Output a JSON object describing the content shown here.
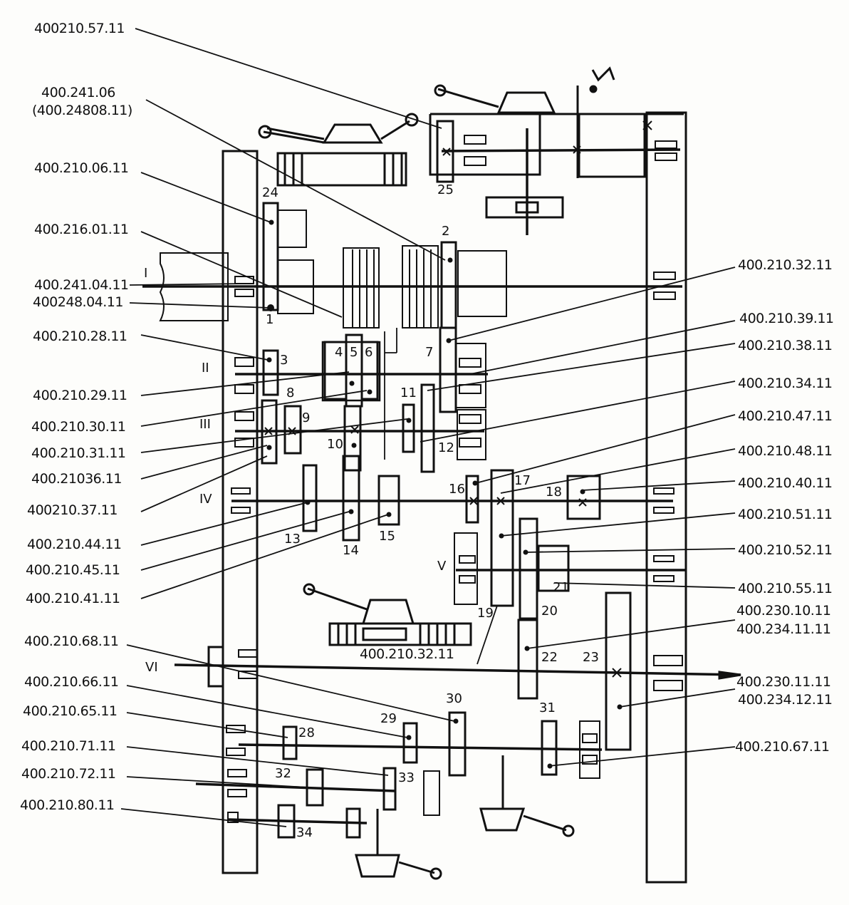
{
  "labels_left": [
    {
      "id": "l1",
      "text": "400210.57.11"
    },
    {
      "id": "l2",
      "text": "400.241.06"
    },
    {
      "id": "l3",
      "text": "(400.24808.11)"
    },
    {
      "id": "l4",
      "text": "400.210.06.11"
    },
    {
      "id": "l5",
      "text": "400.216.01.11"
    },
    {
      "id": "l6",
      "text": "400.241.04.11"
    },
    {
      "id": "l7",
      "text": "400248.04.11"
    },
    {
      "id": "l8",
      "text": "400.210.28.11"
    },
    {
      "id": "l9",
      "text": "400.210.29.11"
    },
    {
      "id": "l10",
      "text": "400.210.30.11"
    },
    {
      "id": "l11",
      "text": "400.210.31.11"
    },
    {
      "id": "l12",
      "text": "400.21036.11"
    },
    {
      "id": "l13",
      "text": "400210.37.11"
    },
    {
      "id": "l14",
      "text": "400.210.44.11"
    },
    {
      "id": "l15",
      "text": "400.210.45.11"
    },
    {
      "id": "l16",
      "text": "400.210.41.11"
    },
    {
      "id": "l17",
      "text": "400.210.68.11"
    },
    {
      "id": "l18",
      "text": "400.210.66.11"
    },
    {
      "id": "l19",
      "text": "400.210.65.11"
    },
    {
      "id": "l20",
      "text": "400.210.71.11"
    },
    {
      "id": "l21",
      "text": "400.210.72.11"
    },
    {
      "id": "l22",
      "text": "400.210.80.11"
    }
  ],
  "labels_right": [
    {
      "id": "r1",
      "text": "400.210.32.11"
    },
    {
      "id": "r2",
      "text": "400.210.39.11"
    },
    {
      "id": "r3",
      "text": "400.210.38.11"
    },
    {
      "id": "r4",
      "text": "400.210.34.11"
    },
    {
      "id": "r5",
      "text": "400.210.47.11"
    },
    {
      "id": "r6",
      "text": "400.210.48.11"
    },
    {
      "id": "r7",
      "text": "400.210.40.11"
    },
    {
      "id": "r8",
      "text": "400.210.51.11"
    },
    {
      "id": "r9",
      "text": "400.210.52.11"
    },
    {
      "id": "r10",
      "text": "400.210.55.11"
    },
    {
      "id": "r11",
      "text": "400.230.10.11"
    },
    {
      "id": "r12",
      "text": "400.234.11.11"
    },
    {
      "id": "r13",
      "text": "400.230.11.11"
    },
    {
      "id": "r14",
      "text": "400.234.12.11"
    },
    {
      "id": "r15",
      "text": "400.210.67.11"
    }
  ],
  "bottom_label": "400.210.32.11",
  "shafts": [
    "I",
    "II",
    "III",
    "IV",
    "V",
    "VI"
  ],
  "gear_numbers": [
    "1",
    "2",
    "3",
    "4",
    "5",
    "6",
    "7",
    "8",
    "9",
    "10",
    "11",
    "12",
    "13",
    "14",
    "15",
    "16",
    "17",
    "18",
    "19",
    "20",
    "21",
    "22",
    "23",
    "24",
    "25",
    "28",
    "29",
    "30",
    "31",
    "32",
    "33",
    "34"
  ],
  "colors": {
    "ink": "#111111",
    "paper": "#fdfdfb"
  }
}
